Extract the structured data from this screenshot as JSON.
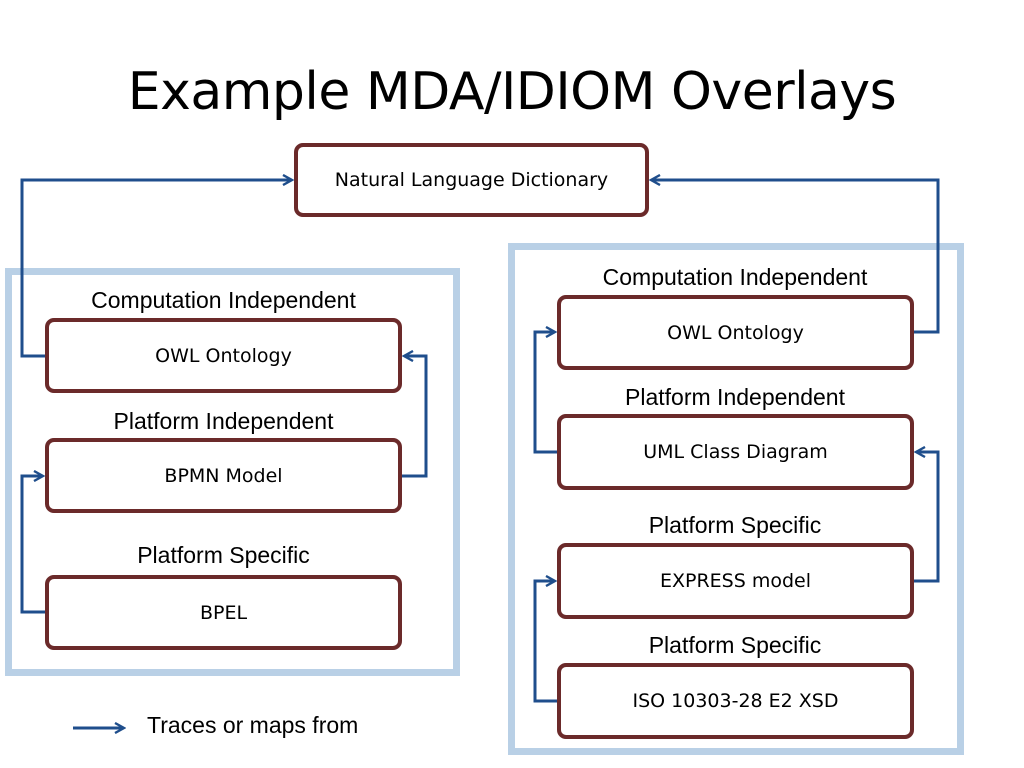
{
  "title": "Example MDA/IDIOM Overlays",
  "top_node": "Natural Language Dictionary",
  "left_panel": {
    "labels": [
      "Computation Independent",
      "Platform Independent",
      "Platform Specific"
    ],
    "nodes": [
      "OWL Ontology",
      "BPMN Model",
      "BPEL"
    ]
  },
  "right_panel": {
    "labels": [
      "Computation Independent",
      "Platform Independent",
      "Platform Specific",
      "Platform Specific"
    ],
    "nodes": [
      "OWL Ontology",
      "UML Class Diagram",
      "EXPRESS model",
      "ISO 10303-28 E2 XSD"
    ]
  },
  "legend": {
    "label": "Traces or maps from"
  },
  "colors": {
    "arrow": "#1f4e8c",
    "node_border": "#6b2a2a",
    "panel_border": "#b9d0e6"
  }
}
